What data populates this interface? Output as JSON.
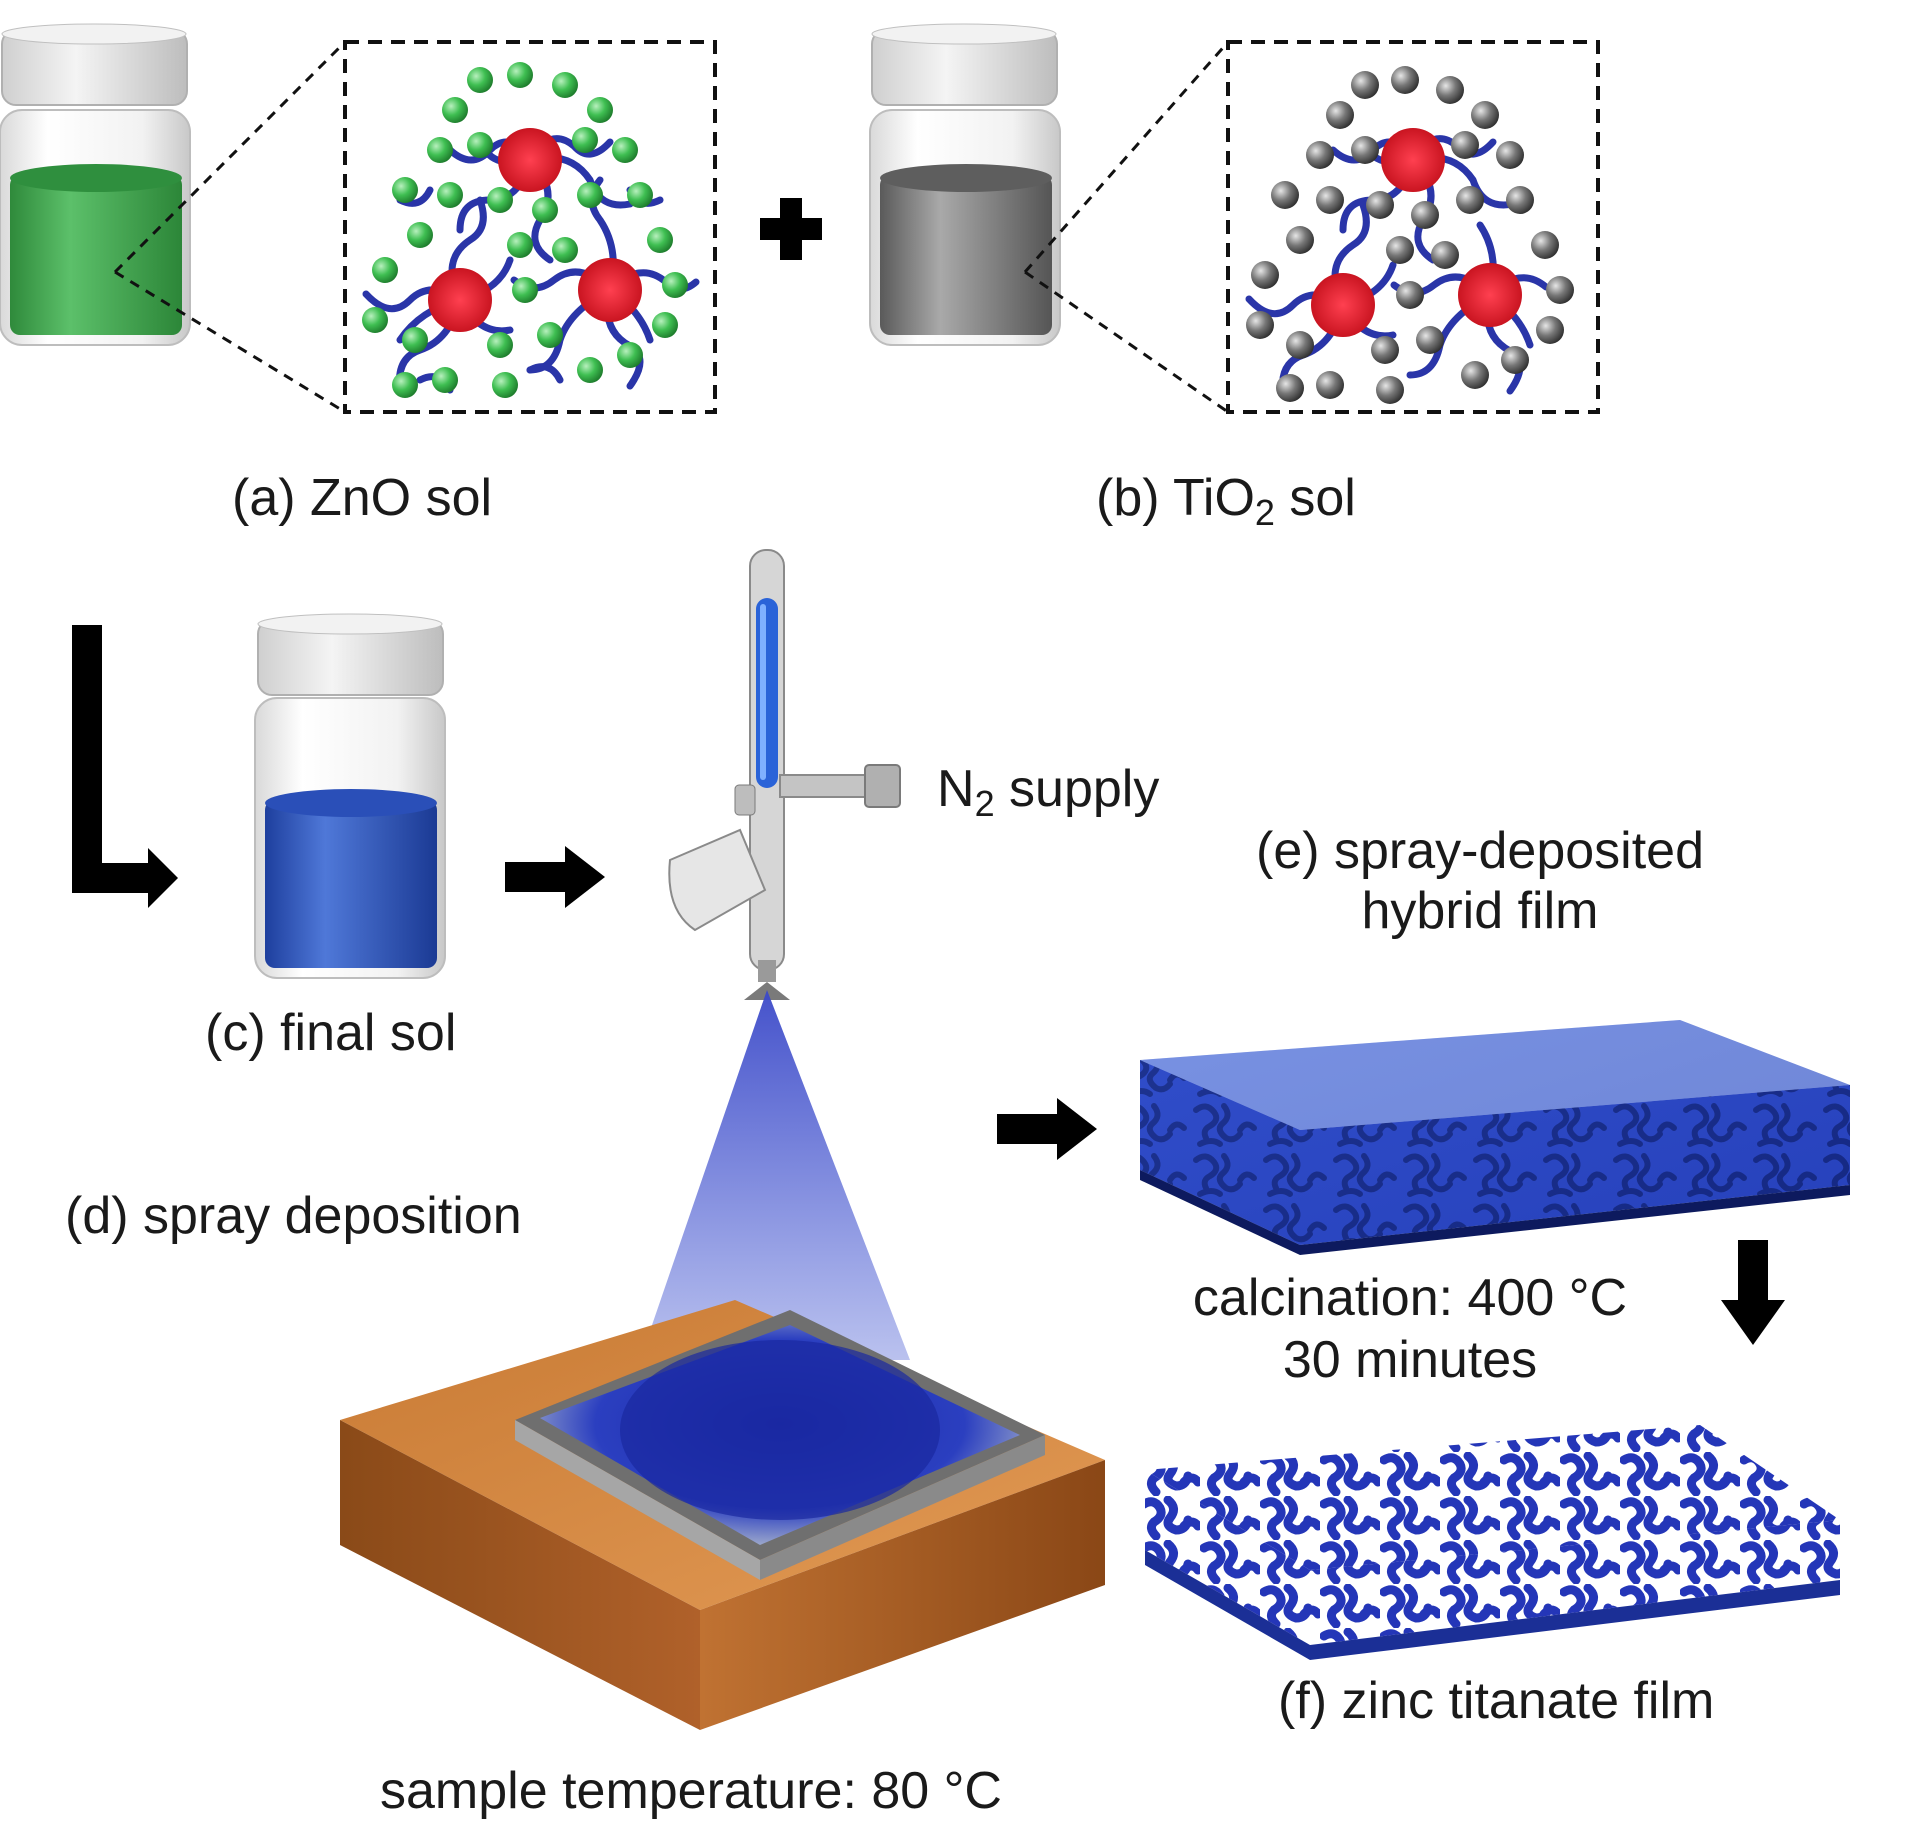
{
  "labels": {
    "a": "(a) ZnO sol",
    "b_prefix": "(b) TiO",
    "b_sub": "2",
    "b_suffix": " sol",
    "n2_prefix": "N",
    "n2_sub": "2",
    "n2_suffix": " supply",
    "c": "(c) final sol",
    "d": "(d) spray deposition",
    "e_line1": "(e) spray-deposited",
    "e_line2": "hybrid film",
    "calc_line1": "calcination: 400 °C",
    "calc_line2": "30 minutes",
    "f": "(f) zinc titanate film",
    "sample_temp": "sample temperature: 80 °C"
  },
  "colors": {
    "zno_sol": "#3aa14a",
    "tio2_sol": "#7d7d7d",
    "final_sol": "#2f57c2",
    "micelle_core": "#e0202a",
    "polymer_chain": "#2a35a8",
    "zno_particle": "#4cc85c",
    "tio2_particle": "#6b6b6b",
    "film_blue": "#2848c8",
    "heater": "#c9762e",
    "arrow": "#000000"
  }
}
